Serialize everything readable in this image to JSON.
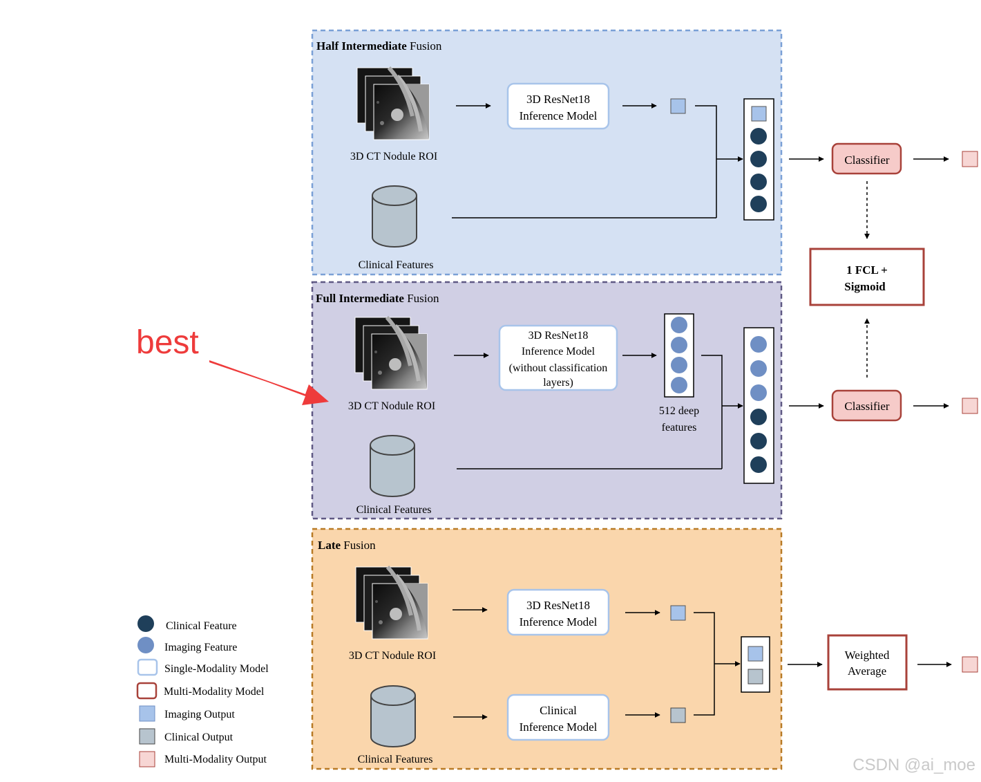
{
  "colors": {
    "half_panel_fill": "#d5e1f3",
    "half_panel_border": "#7aa0d6",
    "full_panel_fill": "#d0cfe4",
    "full_panel_border": "#5f5984",
    "late_panel_fill": "#fad6ac",
    "late_panel_border": "#b87a25",
    "clinical_feature": "#1f3f5a",
    "imaging_feature": "#6f8fc4",
    "single_modality_border": "#a8c4ea",
    "multi_modality_border": "#a8423a",
    "imaging_output": "#a7c3ea",
    "clinical_output": "#b7c4ce",
    "multi_modality_output": "#f7d6d4",
    "classifier_fill": "#f6cbc9",
    "annotation_red": "#ee3b3b"
  },
  "panels": {
    "half": {
      "title_bold": "Half Intermediate",
      "title_rest": " Fusion",
      "ct_label": "3D CT Nodule ROI",
      "model_line1": "3D ResNet18",
      "model_line2": "Inference Model",
      "clinical_label": "Clinical Features"
    },
    "full": {
      "title_bold": "Full Intermediate",
      "title_rest": " Fusion",
      "ct_label": "3D CT Nodule ROI",
      "model_line1": "3D ResNet18",
      "model_line2": "Inference Model",
      "model_line3": "(without classification",
      "model_line4": "layers)",
      "deep_line1": "512 deep",
      "deep_line2": "features",
      "clinical_label": "Clinical Features"
    },
    "late": {
      "title_bold": "Late",
      "title_rest": " Fusion",
      "ct_label": "3D CT Nodule ROI",
      "model_line1": "3D ResNet18",
      "model_line2": "Inference Model",
      "clinical_model_line1": "Clinical",
      "clinical_model_line2": "Inference Model",
      "clinical_label": "Clinical Features"
    }
  },
  "right": {
    "classifier_top": "Classifier",
    "classifier_mid": "Classifier",
    "fcl_line1": "1 FCL +",
    "fcl_line2": "Sigmoid",
    "weighted_line1": "Weighted",
    "weighted_line2": "Average"
  },
  "annotation": {
    "text": "best"
  },
  "legend": {
    "items": [
      {
        "label": "Clinical Feature",
        "icon": "clinical-feature-circle-icon"
      },
      {
        "label": "Imaging Feature",
        "icon": "imaging-feature-circle-icon"
      },
      {
        "label": "Single-Modality Model",
        "icon": "single-modality-box-icon"
      },
      {
        "label": "Multi-Modality Model",
        "icon": "multi-modality-box-icon"
      },
      {
        "label": "Imaging Output",
        "icon": "imaging-output-square-icon"
      },
      {
        "label": "Clinical Output",
        "icon": "clinical-output-square-icon"
      },
      {
        "label": "Multi-Modality Output",
        "icon": "multi-modality-output-square-icon"
      }
    ]
  },
  "watermark": "CSDN @ai_moe"
}
